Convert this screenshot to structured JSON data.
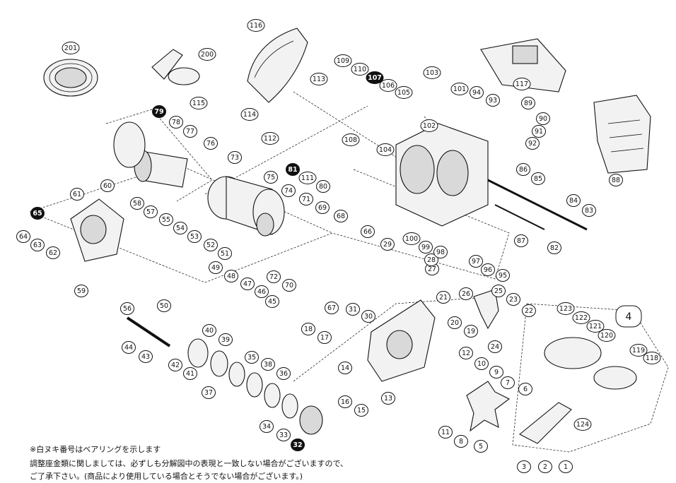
{
  "diagram": {
    "type": "exploded-parts-view",
    "accent_color": "#111111",
    "callout_fill": "#ffffff",
    "highlight_fill": "#111111",
    "group_label": "4",
    "highlighted_parts": [
      "79",
      "81",
      "65",
      "107",
      "32"
    ],
    "parts": [
      "1",
      "2",
      "3",
      "4",
      "5",
      "6",
      "7",
      "8",
      "9",
      "10",
      "11",
      "12",
      "13",
      "14",
      "15",
      "16",
      "17",
      "18",
      "19",
      "20",
      "21",
      "22",
      "23",
      "24",
      "25",
      "26",
      "27",
      "28",
      "29",
      "30",
      "31",
      "32",
      "33",
      "34",
      "35",
      "36",
      "37",
      "38",
      "39",
      "40",
      "41",
      "42",
      "43",
      "44",
      "45",
      "46",
      "47",
      "48",
      "49",
      "50",
      "51",
      "52",
      "53",
      "54",
      "55",
      "56",
      "57",
      "58",
      "59",
      "60",
      "61",
      "62",
      "63",
      "64",
      "65",
      "66",
      "67",
      "68",
      "69",
      "70",
      "71",
      "72",
      "73",
      "74",
      "75",
      "76",
      "77",
      "78",
      "79",
      "80",
      "81",
      "82",
      "83",
      "84",
      "85",
      "86",
      "87",
      "88",
      "89",
      "90",
      "91",
      "92",
      "93",
      "94",
      "95",
      "96",
      "97",
      "98",
      "99",
      "100",
      "101",
      "102",
      "103",
      "104",
      "105",
      "106",
      "107",
      "108",
      "109",
      "110",
      "111",
      "112",
      "113",
      "114",
      "115",
      "116",
      "117",
      "118",
      "119",
      "120",
      "121",
      "122",
      "123",
      "124",
      "200",
      "201"
    ]
  },
  "notes": {
    "line1": "※白ヌキ番号はベアリングを示します",
    "line2": "調整座金類に関しましては、必ずしも分解図中の表現と一致しない場合がございますので、",
    "line3": "ご了承下さい。(商品により使用している場合とそうでない場合がございます。)"
  }
}
